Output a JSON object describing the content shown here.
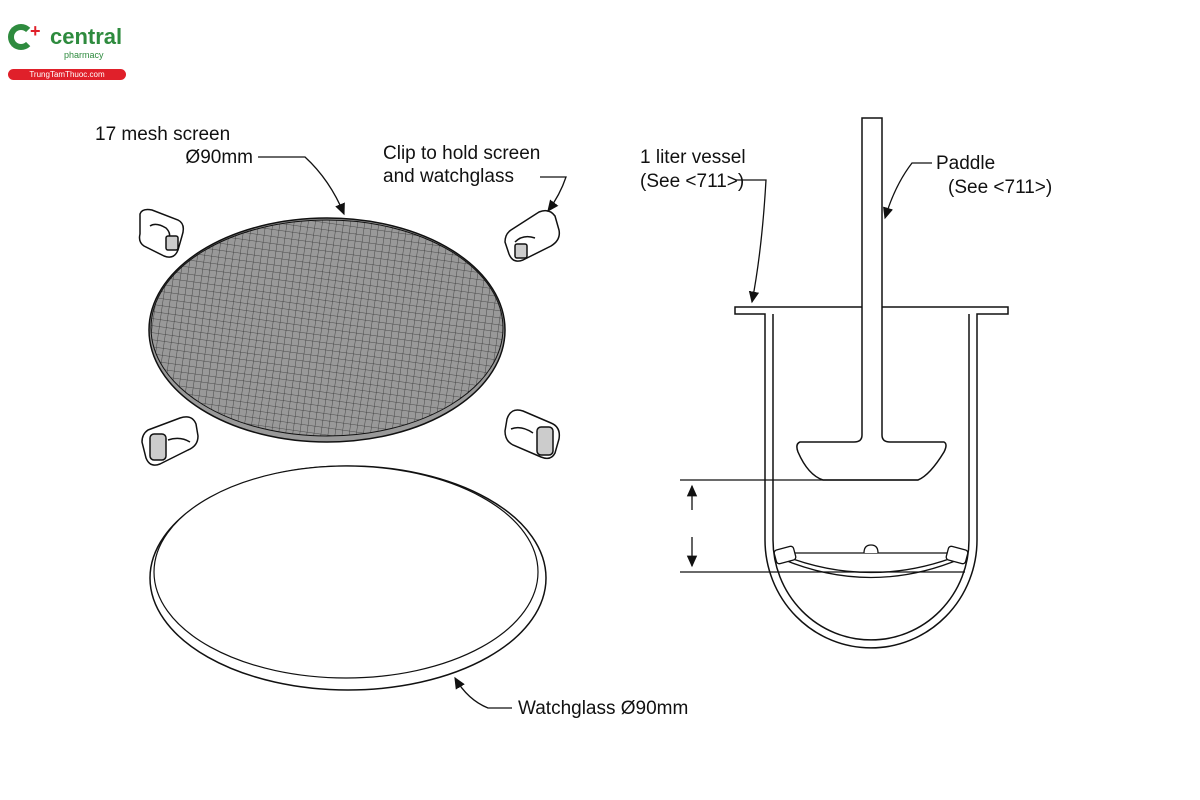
{
  "logo": {
    "name": "central",
    "subtitle": "pharmacy",
    "band": "TrungTamThuoc.com",
    "green": "#2e8b3e",
    "red": "#e0202a"
  },
  "labels": {
    "mesh_line1": "17 mesh screen",
    "mesh_line2": "Ø90mm",
    "clip_line1": "Clip to hold screen",
    "clip_line2": "and watchglass",
    "vessel_line1": "1 liter vessel",
    "vessel_line2": "(See <711>)",
    "paddle_line1": "Paddle",
    "paddle_line2": "(See <711>)",
    "watchglass": "Watchglass Ø90mm"
  }
}
